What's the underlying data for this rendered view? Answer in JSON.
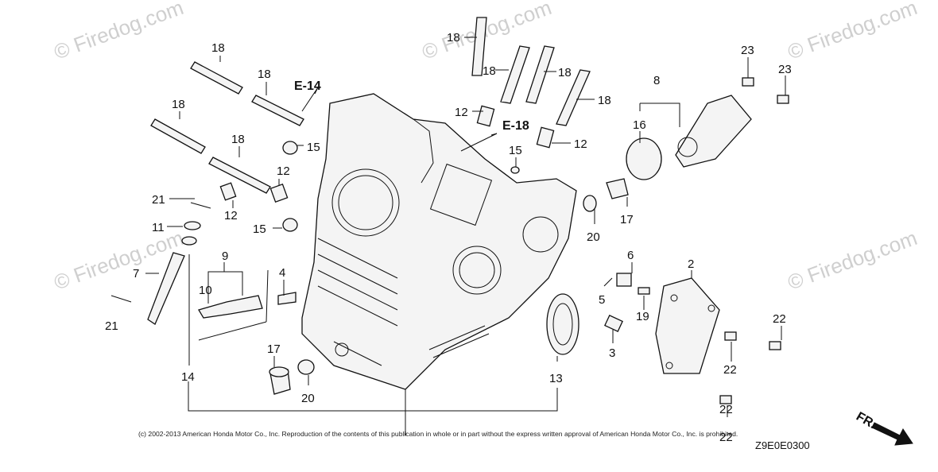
{
  "watermark": {
    "text_top": "© Firedog.com",
    "text_repeat": "© Firedog.com"
  },
  "part_labels": [
    {
      "id": "l18a",
      "text": "18"
    },
    {
      "id": "l18b",
      "text": "18"
    },
    {
      "id": "l18c",
      "text": "18"
    },
    {
      "id": "l18d",
      "text": "18"
    },
    {
      "id": "l18e",
      "text": "18"
    },
    {
      "id": "l18f",
      "text": "18"
    },
    {
      "id": "l18g",
      "text": "18"
    },
    {
      "id": "l18h",
      "text": "18"
    },
    {
      "id": "l12a",
      "text": "12"
    },
    {
      "id": "l12b",
      "text": "12"
    },
    {
      "id": "l12c",
      "text": "12"
    },
    {
      "id": "l12d",
      "text": "12"
    },
    {
      "id": "l15a",
      "text": "15"
    },
    {
      "id": "l15b",
      "text": "15"
    },
    {
      "id": "l15c",
      "text": "15"
    },
    {
      "id": "l21a",
      "text": "21"
    },
    {
      "id": "l21b",
      "text": "21"
    },
    {
      "id": "l11",
      "text": "11"
    },
    {
      "id": "l9",
      "text": "9"
    },
    {
      "id": "l10",
      "text": "10"
    },
    {
      "id": "l7",
      "text": "7"
    },
    {
      "id": "l4",
      "text": "4"
    },
    {
      "id": "l14",
      "text": "14"
    },
    {
      "id": "l17a",
      "text": "17"
    },
    {
      "id": "l17b",
      "text": "17"
    },
    {
      "id": "l20a",
      "text": "20"
    },
    {
      "id": "l20b",
      "text": "20"
    },
    {
      "id": "l13",
      "text": "13"
    },
    {
      "id": "l16",
      "text": "16"
    },
    {
      "id": "l8",
      "text": "8"
    },
    {
      "id": "l23a",
      "text": "23"
    },
    {
      "id": "l23b",
      "text": "23"
    },
    {
      "id": "l6",
      "text": "6"
    },
    {
      "id": "l5",
      "text": "5"
    },
    {
      "id": "l19",
      "text": "19"
    },
    {
      "id": "l3",
      "text": "3"
    },
    {
      "id": "l2",
      "text": "2"
    },
    {
      "id": "l22a",
      "text": "22"
    },
    {
      "id": "l22b",
      "text": "22"
    },
    {
      "id": "l22c",
      "text": "22"
    },
    {
      "id": "l22d",
      "text": "22"
    }
  ],
  "references": {
    "e14": "E-14",
    "e18": "E-18",
    "front": "FR."
  },
  "footer": {
    "copyright": "(c) 2002-2013 American Honda Motor Co., Inc. Reproduction of the contents of this publication in whole or in part without the express written approval of American Honda Motor Co., Inc. is prohibited.",
    "diagram_code": "Z9E0E0300"
  }
}
